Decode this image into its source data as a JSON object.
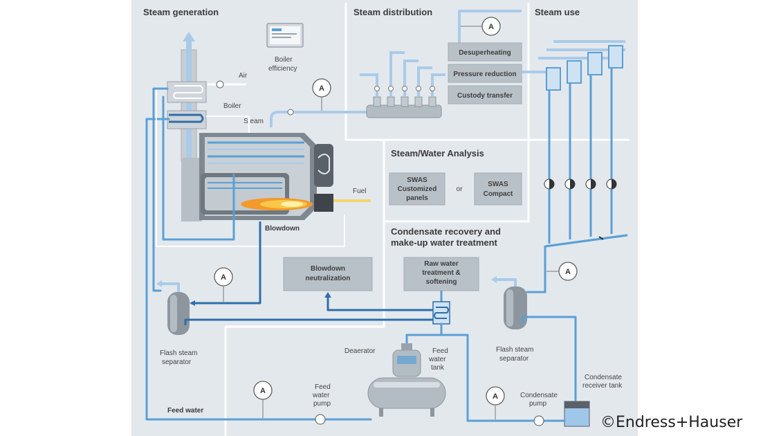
{
  "sections": {
    "steam_generation": "Steam generation",
    "steam_distribution": "Steam distribution",
    "steam_use": "Steam use",
    "steam_water_analysis": "Steam/Water Analysis",
    "condensate_line1": "Condensate recovery and",
    "condensate_line2": "make-up water treatment"
  },
  "boxes": {
    "desuperheating": "Desuperheating",
    "pressure_reduction": "Pressure reduction",
    "custody_transfer": "Custody transfer",
    "swas_custom": [
      "SWAS",
      "Customized",
      "panels"
    ],
    "or": "or",
    "swas_compact": [
      "SWAS",
      "Compact"
    ],
    "blowdown_neutralization": [
      "Blowdown",
      "neutralization"
    ],
    "raw_water": [
      "Raw water",
      "treatment &",
      "softening"
    ]
  },
  "labels": {
    "air": "Air",
    "boiler_efficiency": [
      "Boiler",
      "efficiency"
    ],
    "boiler": "Boiler",
    "steam": "Steam",
    "fuel": "Fuel",
    "blowdown": "Blowdown",
    "flash_left": [
      "Flash steam",
      "separator"
    ],
    "flash_right": [
      "Flash steam",
      "separator"
    ],
    "deaerator": "Deaerator",
    "feed_water_tank": [
      "Feed",
      "water",
      "tank"
    ],
    "feed_water_pump": [
      "Feed",
      "water",
      "pump"
    ],
    "condensate_pump": [
      "Condensate",
      "pump"
    ],
    "condensate_receiver": [
      "Condensate",
      "receiver tank"
    ],
    "feed_water": "Feed water"
  },
  "gauge_letter": "A",
  "copyright": "©Endress+Hauser"
}
